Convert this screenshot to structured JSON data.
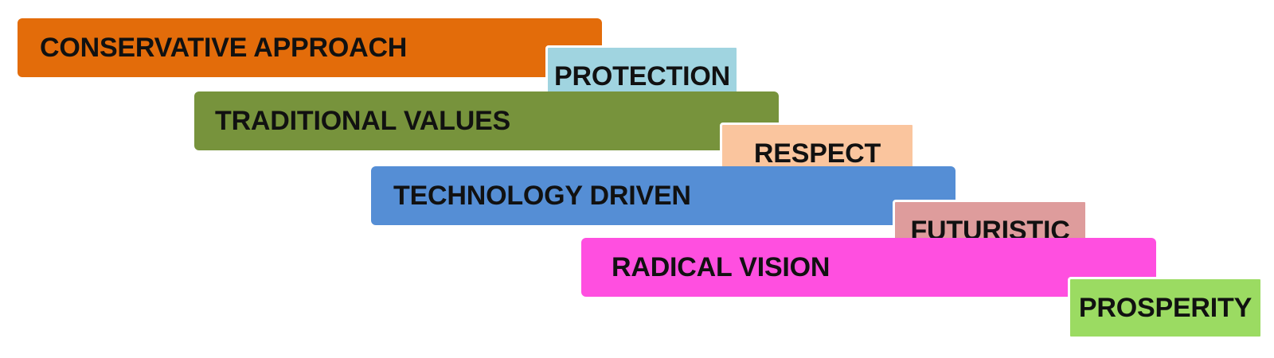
{
  "diagram": {
    "bars": [
      {
        "label": "CONSERVATIVE APPROACH",
        "color": "#E36C0A"
      },
      {
        "label": "TRADITIONAL VALUES",
        "color": "#77933C"
      },
      {
        "label": "TECHNOLOGY DRIVEN",
        "color": "#558ED5"
      },
      {
        "label": "RADICAL VISION",
        "color": "#FF4FE0"
      }
    ],
    "tags": [
      {
        "label": "PROTECTION",
        "color": "#A0D4E0"
      },
      {
        "label": "RESPECT",
        "color": "#FAC59E"
      },
      {
        "label": "FUTURISTIC",
        "color": "#DE9C9C"
      },
      {
        "label": "PROSPERITY",
        "color": "#9BDB62"
      }
    ]
  }
}
